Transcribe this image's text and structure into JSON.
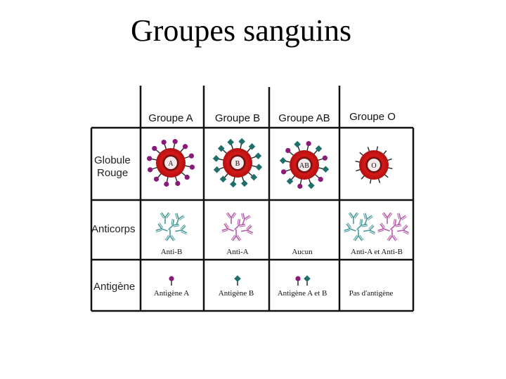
{
  "title": "Groupes sanguins",
  "columns": [
    "Groupe A",
    "Groupe B",
    "Groupe AB",
    "Groupe O"
  ],
  "rows": {
    "globule": [
      "Globule",
      "Rouge"
    ],
    "anticorps": "Anticorps",
    "antigene": "Antigène"
  },
  "cell_letters": [
    "A",
    "B",
    "AB",
    "O"
  ],
  "anticorps_captions": [
    "Anti-B",
    "Anti-A",
    "Aucun",
    "Anti-A et Anti-B"
  ],
  "antigene_captions": [
    "Antigène A",
    "Antigène B",
    "Antigène A et B",
    "Pas d'antigène"
  ],
  "colors": {
    "antigen_a": "#8a1a7a",
    "antigen_b": "#1e6e6a",
    "antibody_anti_b": "#4a9a9a",
    "antibody_anti_a": "#b55aa8",
    "cell_red": "#d81818",
    "cell_dark": "#2a0808"
  }
}
